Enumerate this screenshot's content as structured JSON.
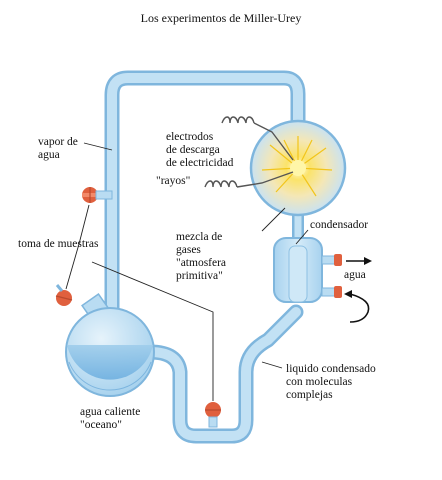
{
  "title": "Los experimentos de Miller-Urey",
  "labels": {
    "vapor": [
      "vapor de",
      "agua"
    ],
    "electrodos": [
      "electrodos",
      "de descarga",
      "de electricidad"
    ],
    "rayos": "\"rayos\"",
    "toma": "toma de muestras",
    "mezcla": [
      "mezcla de",
      "gases",
      "\"atmosfera",
      "primitiva\""
    ],
    "condensador": "condensador",
    "agua": "agua",
    "liquido": [
      "liquido condensado",
      "con moleculas",
      "complejas"
    ],
    "oceano": [
      "agua caliente",
      "\"oceano\""
    ]
  },
  "colors": {
    "glass": "#b9dcf2",
    "glass_edge": "#7fb6dd",
    "water": "#8ec3e8",
    "valve": "#e0603e",
    "spark": "#f6d440",
    "arrow": "#111111"
  },
  "icons": [
    "stopcock-valve-icon",
    "electrode-coil-icon",
    "spark-glow-icon",
    "arrow-right-icon",
    "curved-arrow-icon"
  ]
}
